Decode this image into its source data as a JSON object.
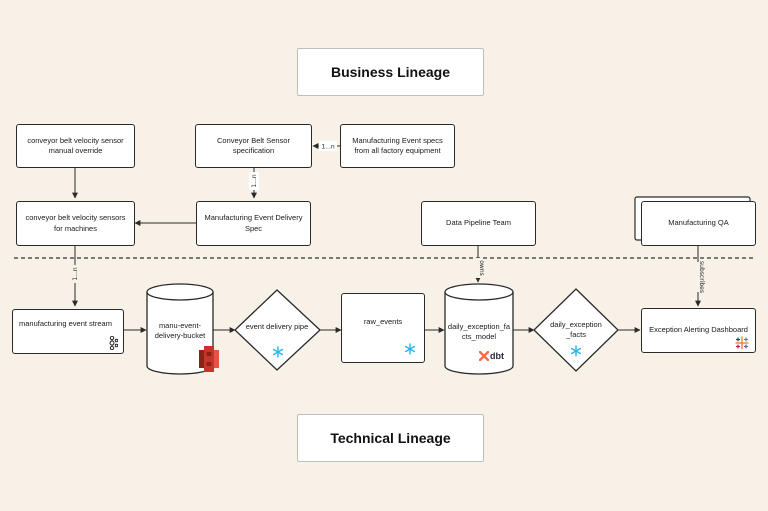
{
  "sections": {
    "business": "Business Lineage",
    "technical": "Technical Lineage"
  },
  "business_nodes": {
    "velocity_override": "conveyor belt velocity sensor manual override",
    "belt_sensor_spec": "Conveyor Belt Sensor specification",
    "event_specs": "Manufacturing Event specs from all factory equipment",
    "velocity_sensors": "conveyor belt velocity sensors for machines",
    "delivery_spec": "Manufacturing Event Delivery Spec",
    "pipeline_team": "Data Pipeline Team",
    "manufacturing_qa": "Manufacturing QA"
  },
  "technical_nodes": {
    "event_stream": "manufacturing event stream",
    "bucket": "manu-event-delivery-bucket",
    "delivery_pipe": "event delivery pipe",
    "raw_events": "raw_events",
    "facts_model": "daily_exception_facts_model",
    "exception_facts": "daily_exception _facts",
    "alert_dashboard": "Exception Alerting Dashboard"
  },
  "edge_labels": {
    "specs_to_spec": "1...n",
    "spec_to_delivery": "1...n",
    "sensors_to_stream": "1...n",
    "owns": "owns",
    "subscribes": "subscribes"
  },
  "logos": {
    "kafka": "kafka-icon",
    "s3": "aws-s3-icon",
    "snowflake": "snowflake-icon",
    "dbt_mark": "dbt-icon",
    "dbt_text": "dbt",
    "tableau": "tableau-icon"
  },
  "colors": {
    "background": "#f8f1e8",
    "stroke": "#2a2a2a",
    "snowflake": "#29b5e8",
    "aws_s3": "#c7352a",
    "dbt": "#ff694b"
  }
}
